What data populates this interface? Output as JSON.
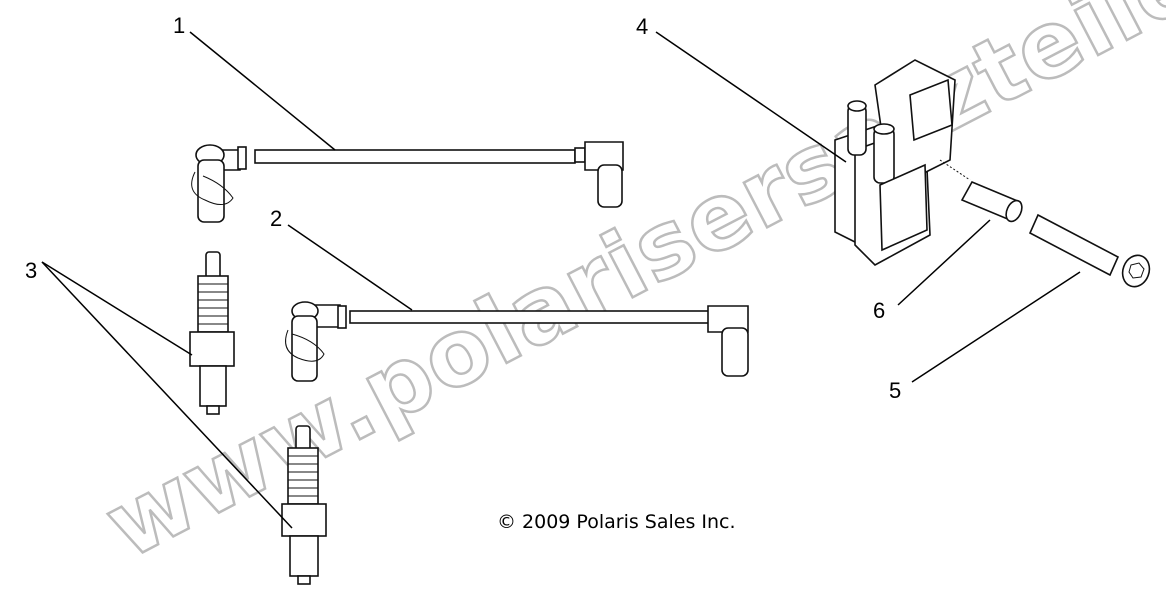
{
  "diagram": {
    "callouts": [
      {
        "label": "1",
        "part": "spark-plug-wire-long"
      },
      {
        "label": "2",
        "part": "spark-plug-wire-short"
      },
      {
        "label": "3",
        "part": "spark-plugs"
      },
      {
        "label": "4",
        "part": "ignition-coil"
      },
      {
        "label": "5",
        "part": "bolt"
      },
      {
        "label": "6",
        "part": "spacer-sleeve"
      }
    ],
    "copyright": "© 2009 Polaris Sales Inc.",
    "watermark": "www.polarisersatzteile.de"
  }
}
